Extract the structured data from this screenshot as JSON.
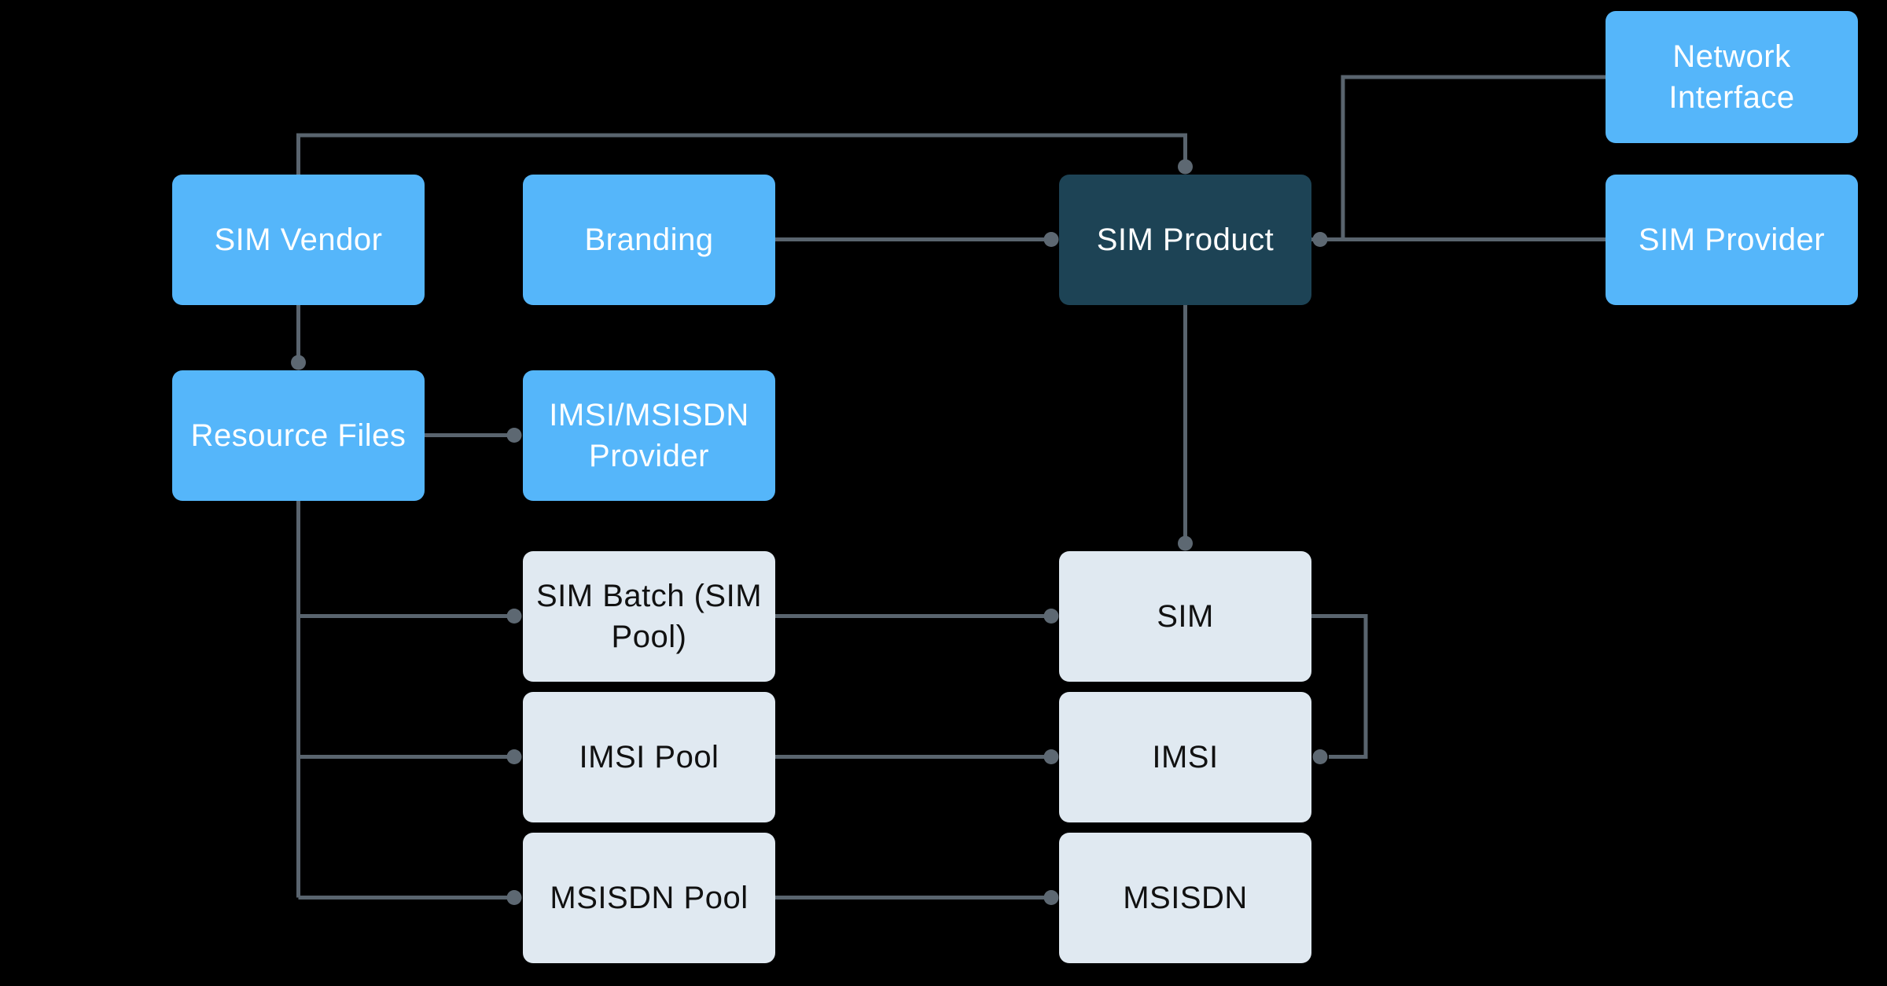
{
  "diagram": {
    "colors": {
      "background": "#000000",
      "node_blue": "#55B6FA",
      "node_dark": "#1D4355",
      "node_light": "#E0E9F1",
      "text_on_blue": "#FFFFFF",
      "text_on_light": "#111111",
      "connector": "#59646E",
      "connector_dot": "#5D6872"
    },
    "nodes": [
      {
        "id": "sim-vendor",
        "label": "SIM Vendor",
        "variant": "blue"
      },
      {
        "id": "branding",
        "label": "Branding",
        "variant": "blue"
      },
      {
        "id": "sim-product",
        "label": "SIM Product",
        "variant": "dark"
      },
      {
        "id": "network-interface",
        "label": "Network Interface",
        "variant": "blue"
      },
      {
        "id": "sim-provider",
        "label": "SIM Provider",
        "variant": "blue"
      },
      {
        "id": "resource-files",
        "label": "Resource Files",
        "variant": "blue"
      },
      {
        "id": "imsi-msisdn-provider",
        "label": "IMSI/MSISDN Provider",
        "variant": "blue"
      },
      {
        "id": "sim-batch",
        "label": "SIM Batch (SIM Pool)",
        "variant": "light"
      },
      {
        "id": "imsi-pool",
        "label": "IMSI Pool",
        "variant": "light"
      },
      {
        "id": "msisdn-pool",
        "label": "MSISDN Pool",
        "variant": "light"
      },
      {
        "id": "sim",
        "label": "SIM",
        "variant": "light"
      },
      {
        "id": "imsi",
        "label": "IMSI",
        "variant": "light"
      },
      {
        "id": "msisdn",
        "label": "MSISDN",
        "variant": "light"
      }
    ],
    "edges": [
      {
        "from": "sim-vendor",
        "to": "sim-product"
      },
      {
        "from": "branding",
        "to": "sim-product"
      },
      {
        "from": "sim-product",
        "to": "sim-provider"
      },
      {
        "from": "sim-product",
        "to": "network-interface"
      },
      {
        "from": "sim-vendor",
        "to": "resource-files"
      },
      {
        "from": "resource-files",
        "to": "imsi-msisdn-provider"
      },
      {
        "from": "resource-files",
        "to": "sim-batch"
      },
      {
        "from": "resource-files",
        "to": "imsi-pool"
      },
      {
        "from": "resource-files",
        "to": "msisdn-pool"
      },
      {
        "from": "sim-product",
        "to": "sim"
      },
      {
        "from": "sim-batch",
        "to": "sim"
      },
      {
        "from": "imsi-pool",
        "to": "imsi"
      },
      {
        "from": "msisdn-pool",
        "to": "msisdn"
      },
      {
        "from": "sim",
        "to": "imsi"
      }
    ]
  }
}
